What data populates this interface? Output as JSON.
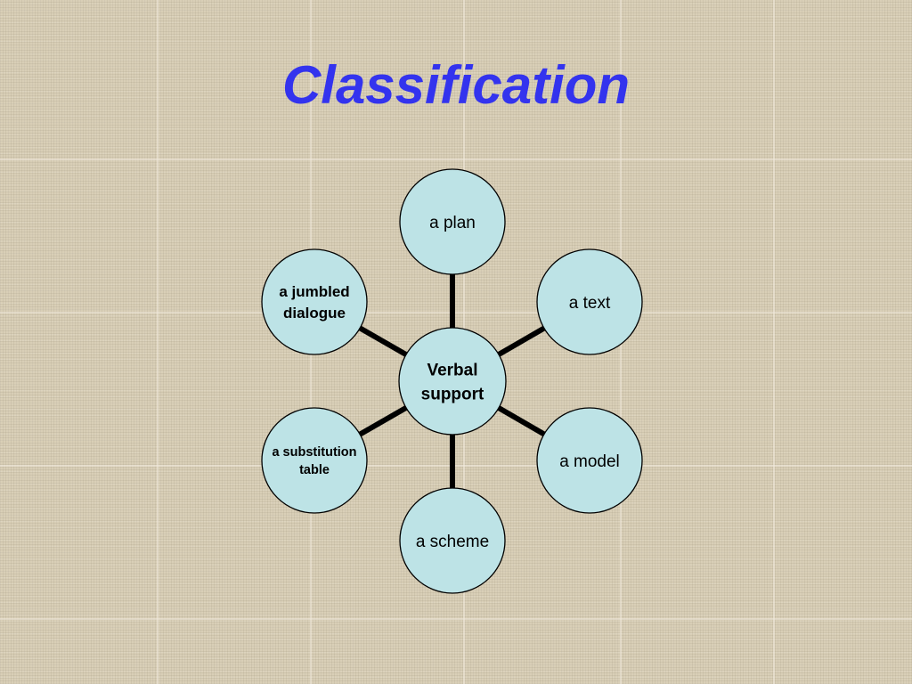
{
  "title": "Classification",
  "colors": {
    "title": "#3333ee",
    "node_fill": "#bde3e6",
    "node_stroke": "#000000",
    "connector": "#000000"
  },
  "diagram": {
    "center": {
      "lines": [
        "Verbal",
        "support"
      ],
      "bold": true
    },
    "nodes": [
      {
        "id": "plan",
        "lines": [
          "a plan"
        ],
        "bold": false
      },
      {
        "id": "text",
        "lines": [
          "a text"
        ],
        "bold": false
      },
      {
        "id": "model",
        "lines": [
          "a model"
        ],
        "bold": false
      },
      {
        "id": "scheme",
        "lines": [
          "a scheme"
        ],
        "bold": false
      },
      {
        "id": "substitution-table",
        "lines": [
          "a substitution",
          "table"
        ],
        "bold": true
      },
      {
        "id": "jumbled-dialogue",
        "lines": [
          "a jumbled",
          "dialogue"
        ],
        "bold": true
      }
    ]
  }
}
